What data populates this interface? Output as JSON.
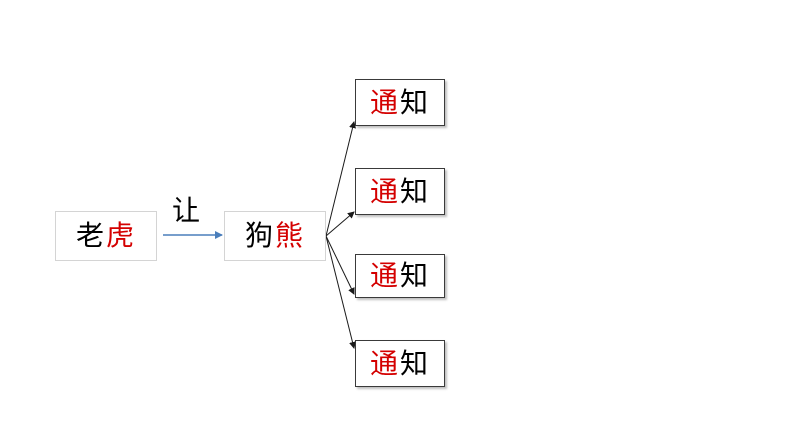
{
  "source": {
    "char1": "老",
    "char2": "虎"
  },
  "edge_label": "让",
  "middle": {
    "char1": "狗",
    "char2": "熊"
  },
  "targets": [
    {
      "char1": "通",
      "char2": "知"
    },
    {
      "char1": "通",
      "char2": "知"
    },
    {
      "char1": "通",
      "char2": "知"
    },
    {
      "char1": "通",
      "char2": "知"
    }
  ],
  "colors": {
    "highlight": "#d40000",
    "arrow": "#4a7ebb",
    "line": "#1a1a1a"
  }
}
